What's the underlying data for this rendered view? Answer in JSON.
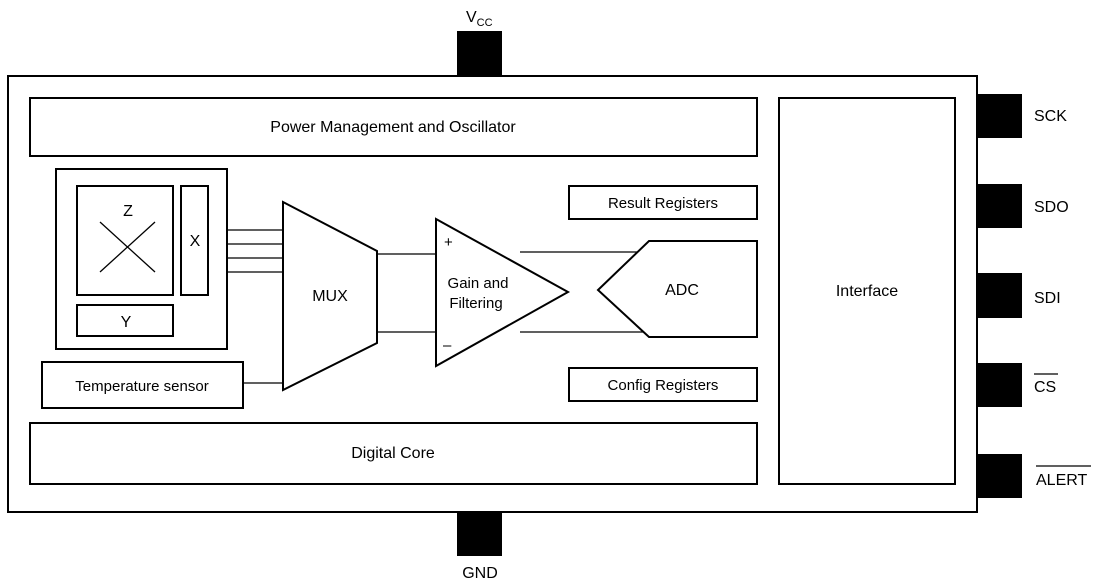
{
  "pins": {
    "top": {
      "label": "V",
      "subscript": "CC"
    },
    "bottom": {
      "label": "GND"
    },
    "right": [
      {
        "label": "SCK",
        "overline": false
      },
      {
        "label": "SDO",
        "overline": false
      },
      {
        "label": "SDI",
        "overline": false
      },
      {
        "label": "CS",
        "overline": true
      },
      {
        "label": "ALERT",
        "overline": true
      }
    ]
  },
  "blocks": {
    "power": "Power Management and Oscillator",
    "interface": "Interface",
    "digital_core": "Digital Core",
    "result_registers": "Result Registers",
    "config_registers": "Config Registers",
    "temperature_sensor": "Temperature sensor",
    "mux": "MUX",
    "adc": "ADC",
    "gain_line1": "Gain and",
    "gain_line2": "Filtering",
    "plus": "+",
    "minus": "–"
  },
  "sensor": {
    "z": "Z",
    "x": "X",
    "y": "Y"
  }
}
